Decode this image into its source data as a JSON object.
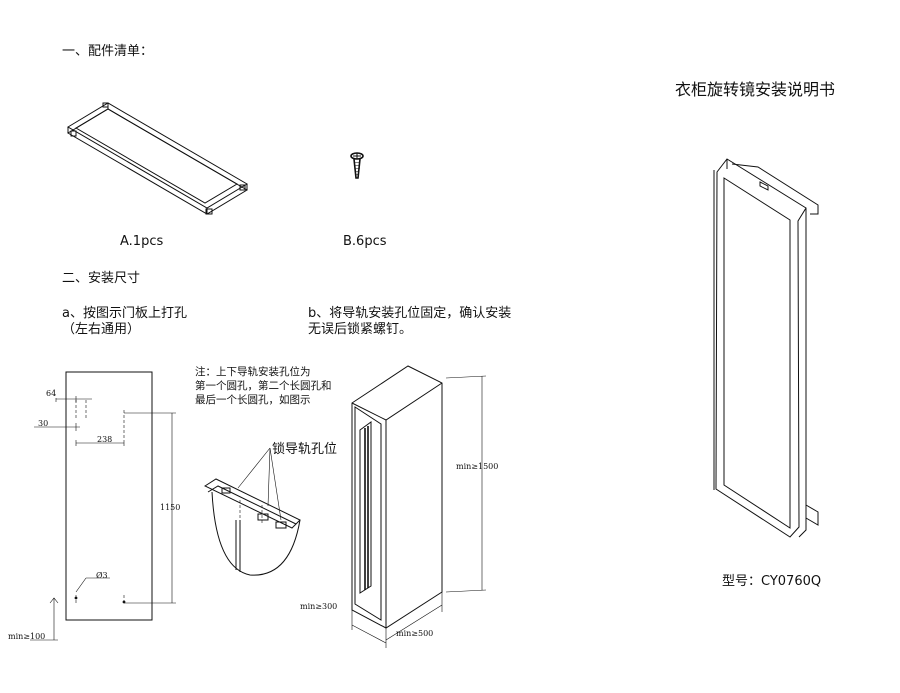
{
  "document": {
    "main_title": "衣柜旋转镜安装说明书",
    "model_label": "型号：CY0760Q"
  },
  "section1": {
    "heading": "一、配件清单：",
    "part_a_label": "A.1pcs",
    "part_b_label": "B.6pcs"
  },
  "section2": {
    "heading": "二、安装尺寸",
    "step_a_line1": "a、按图示门板上打孔",
    "step_a_line2": "（左右通用）",
    "step_b_line1": "b、将导轨安装孔位固定，确认安装",
    "step_b_line2": "无误后锁紧螺钉。"
  },
  "note": {
    "line1": "注：上下导轨安装孔位为",
    "line2": "第一个圆孔，第二个长圆孔和",
    "line3": "最后一个长圆孔，如图示"
  },
  "callout": "锁导轨孔位",
  "dimensions": {
    "d64": "64",
    "d30": "30",
    "d238": "238",
    "d1150": "1150",
    "dhole": "Ø3",
    "min100": "min≥100",
    "min1500": "min≥1500",
    "min300": "min≥300",
    "min500": "min≥500"
  }
}
